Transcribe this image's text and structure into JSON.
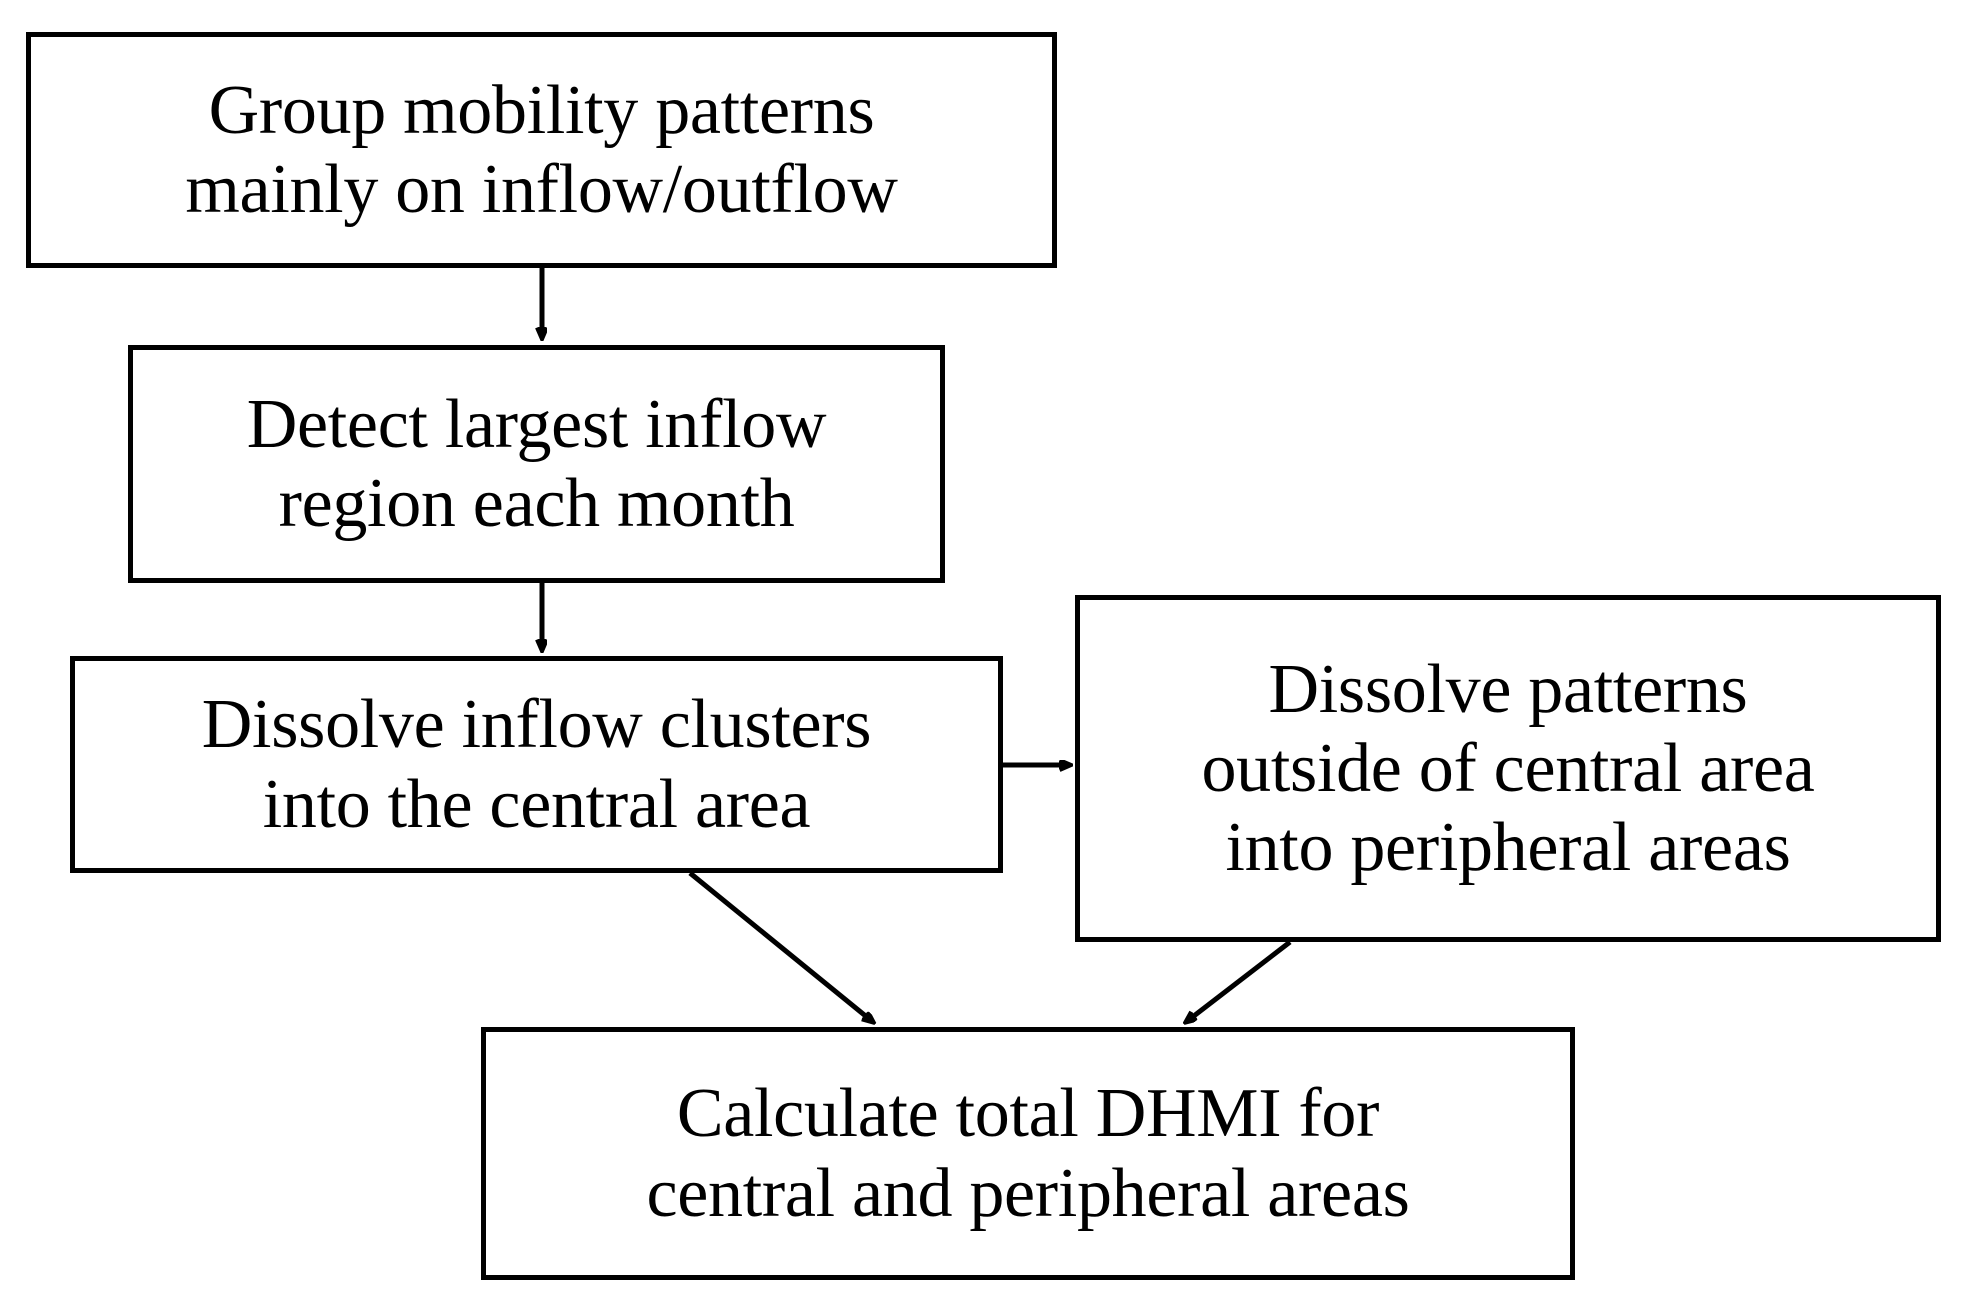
{
  "diagram": {
    "type": "flowchart",
    "title": "",
    "background_color": "#ffffff",
    "stroke_color": "#000000",
    "nodes": [
      {
        "id": "group-mobility-patterns",
        "label": "Group mobility patterns\nmainly on inflow/outflow",
        "shape": "rectangle"
      },
      {
        "id": "detect-largest-inflow",
        "label": "Detect largest inflow\nregion each month",
        "shape": "rectangle"
      },
      {
        "id": "dissolve-inflow-clusters",
        "label": "Dissolve inflow clusters\ninto the central area",
        "shape": "rectangle"
      },
      {
        "id": "dissolve-patterns-outside",
        "label": "Dissolve patterns\noutside of central area\ninto peripheral areas",
        "shape": "rectangle"
      },
      {
        "id": "calculate-total-dhmi",
        "label": "Calculate total DHMI for\ncentral and peripheral areas",
        "shape": "rectangle"
      }
    ],
    "edges": [
      {
        "from": "group-mobility-patterns",
        "to": "detect-largest-inflow",
        "style": "solid-arrow",
        "direction": "down"
      },
      {
        "from": "detect-largest-inflow",
        "to": "dissolve-inflow-clusters",
        "style": "solid-arrow",
        "direction": "down"
      },
      {
        "from": "dissolve-inflow-clusters",
        "to": "dissolve-patterns-outside",
        "style": "solid-arrow",
        "direction": "right"
      },
      {
        "from": "dissolve-inflow-clusters",
        "to": "calculate-total-dhmi",
        "style": "solid-arrow",
        "direction": "diagonal-down-right"
      },
      {
        "from": "dissolve-patterns-outside",
        "to": "calculate-total-dhmi",
        "style": "solid-arrow",
        "direction": "diagonal-down-left"
      }
    ]
  }
}
